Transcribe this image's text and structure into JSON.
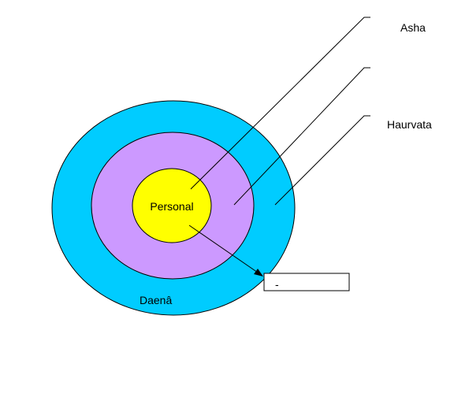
{
  "diagram": {
    "labels": {
      "asha": "Asha",
      "haurvata": "Haurvata",
      "personal": "Personal",
      "daena": "Daenâ",
      "box_text": "-"
    },
    "colors": {
      "outer_ring": "#00ccff",
      "middle_ring": "#cc99ff",
      "inner_circle": "#ffff00",
      "stroke": "#000000",
      "background": "#ffffff"
    }
  }
}
